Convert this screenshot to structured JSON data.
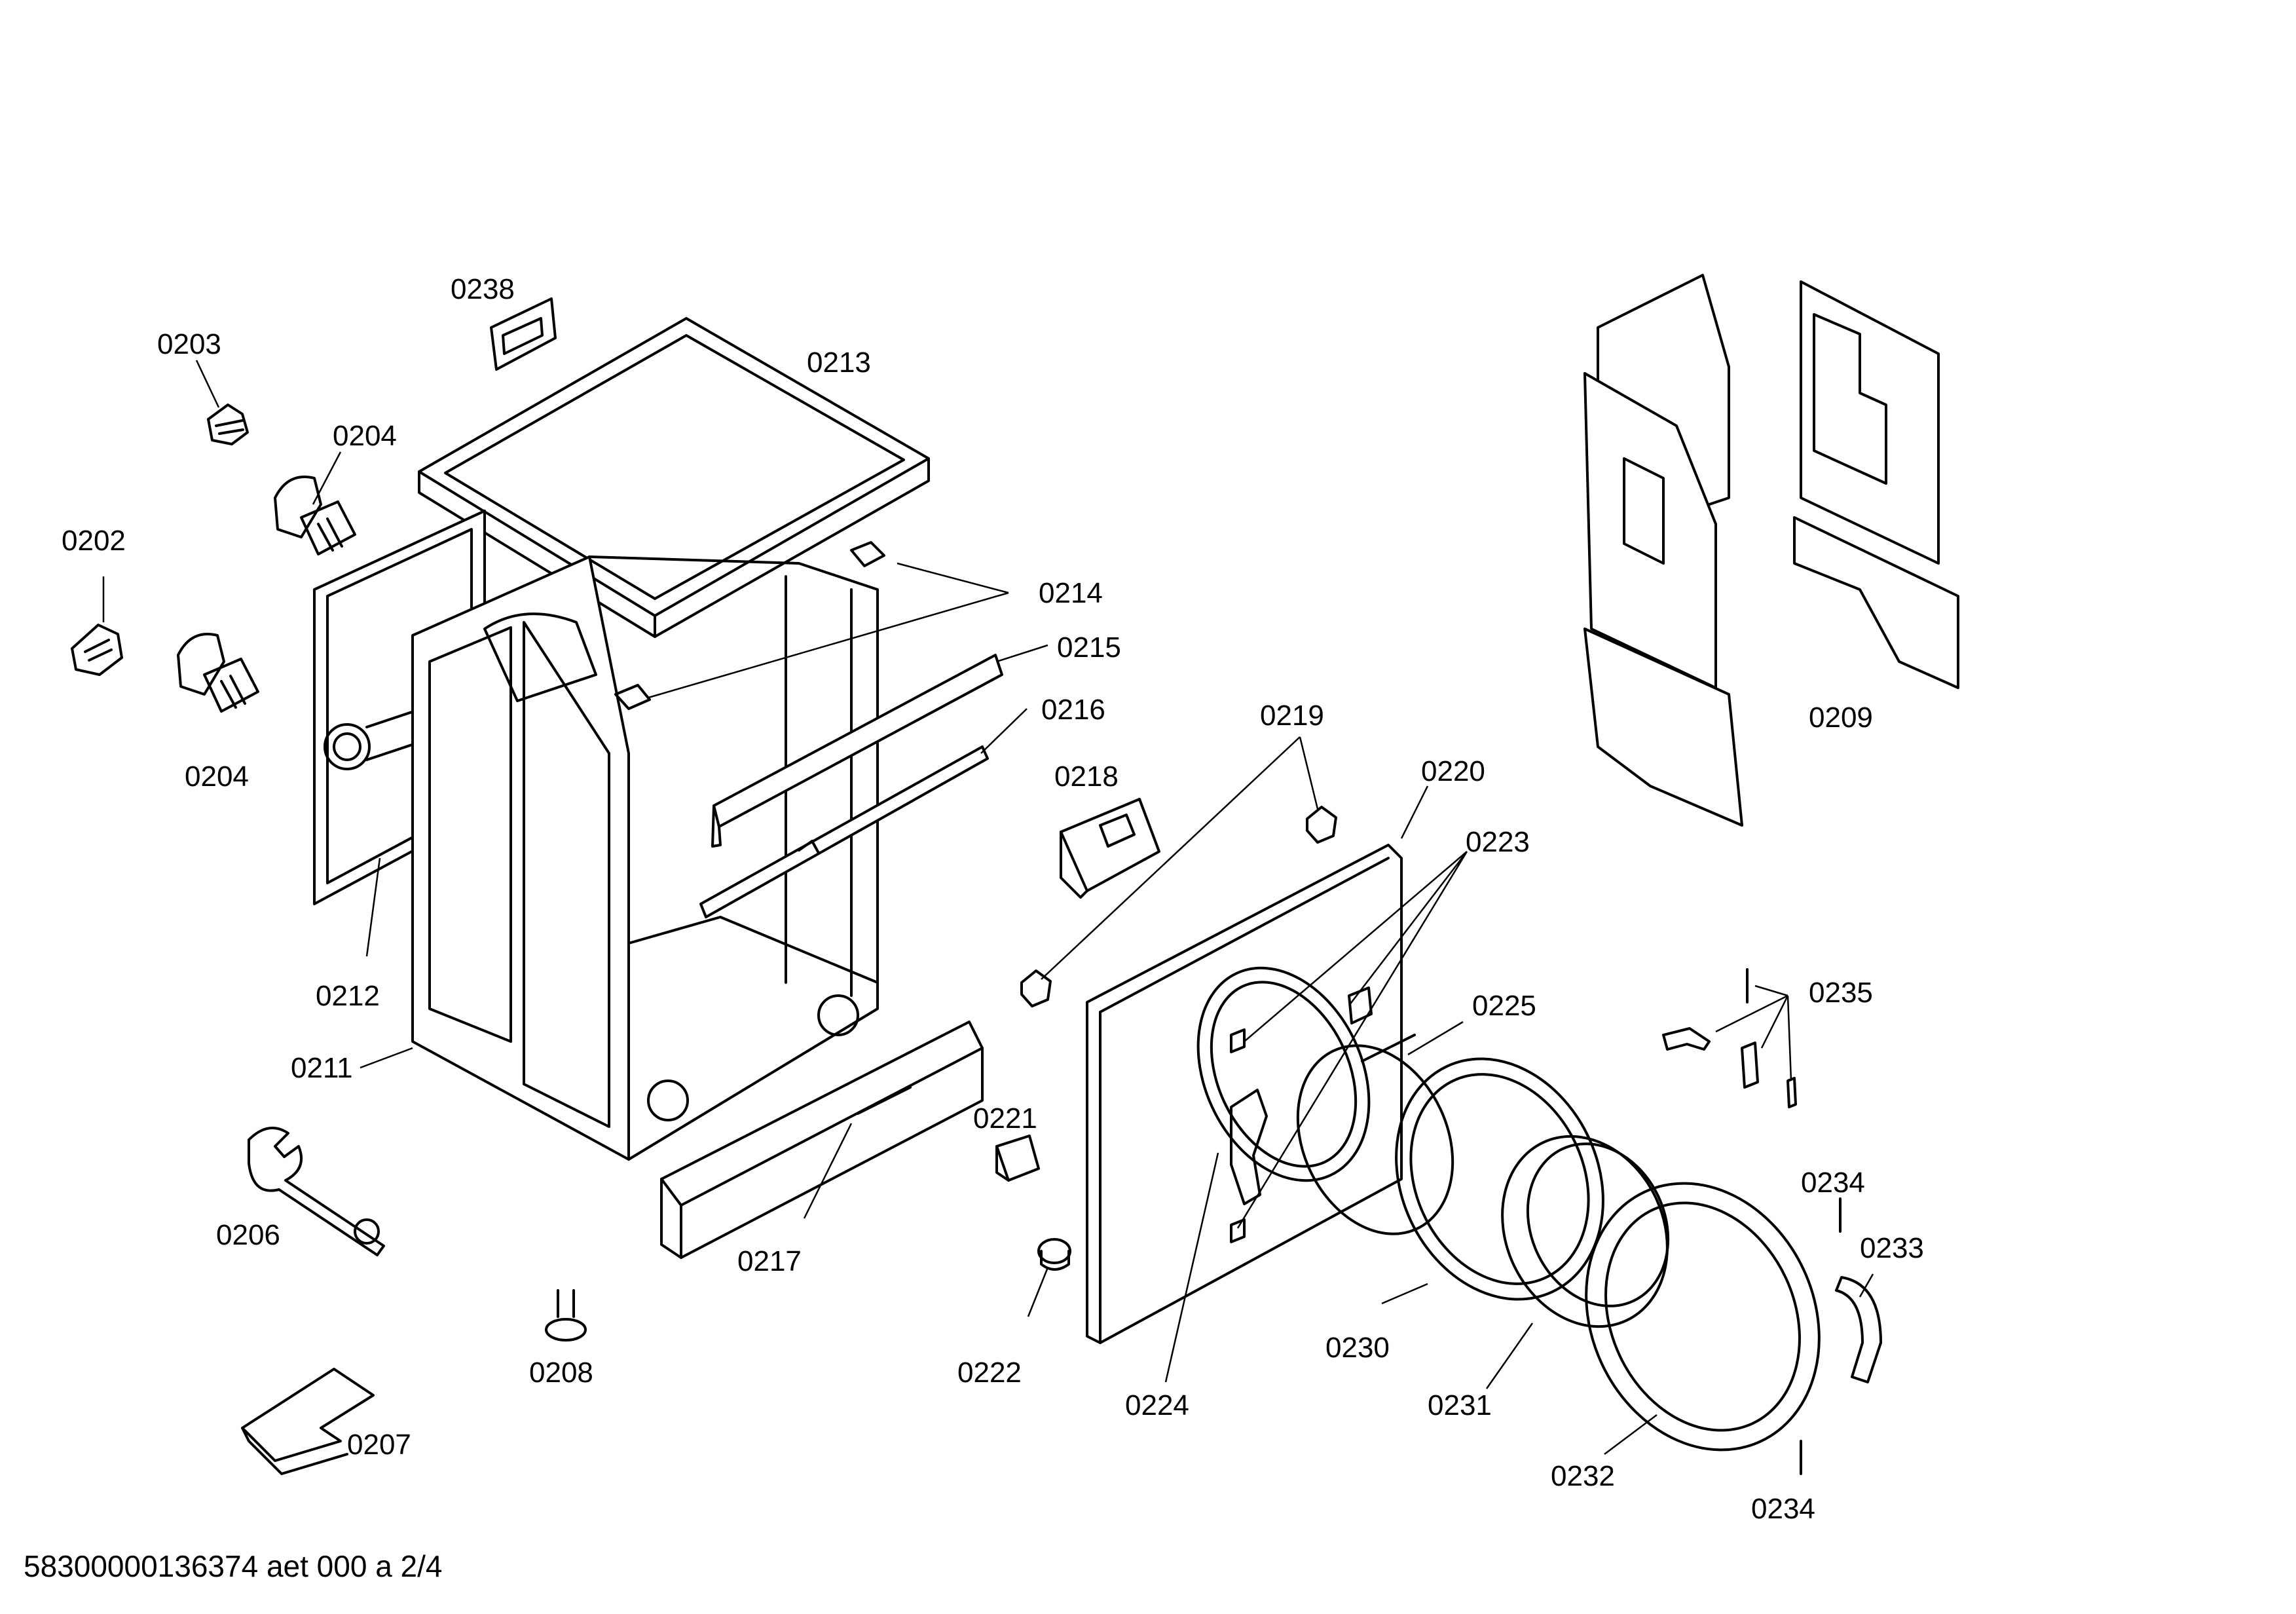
{
  "labels": {
    "p0203": "0203",
    "p0238": "0238",
    "p0213": "0213",
    "p0204a": "0204",
    "p0202": "0202",
    "p0214": "0214",
    "p0215": "0215",
    "p0216": "0216",
    "p0204b": "0204",
    "p0218": "0218",
    "p0219": "0219",
    "p0220": "0220",
    "p0223": "0223",
    "p0212": "0212",
    "p0211": "0211",
    "p0209": "0209",
    "p0225": "0225",
    "p0235": "0235",
    "p0221": "0221",
    "p0206": "0206",
    "p0217": "0217",
    "p0234a": "0234",
    "p0233": "0233",
    "p0230": "0230",
    "p0222": "0222",
    "p0208": "0208",
    "p0224": "0224",
    "p0231": "0231",
    "p0207": "0207",
    "p0232": "0232",
    "p0234b": "0234"
  },
  "footer": "58300000136374 aet 000 a 2/4"
}
